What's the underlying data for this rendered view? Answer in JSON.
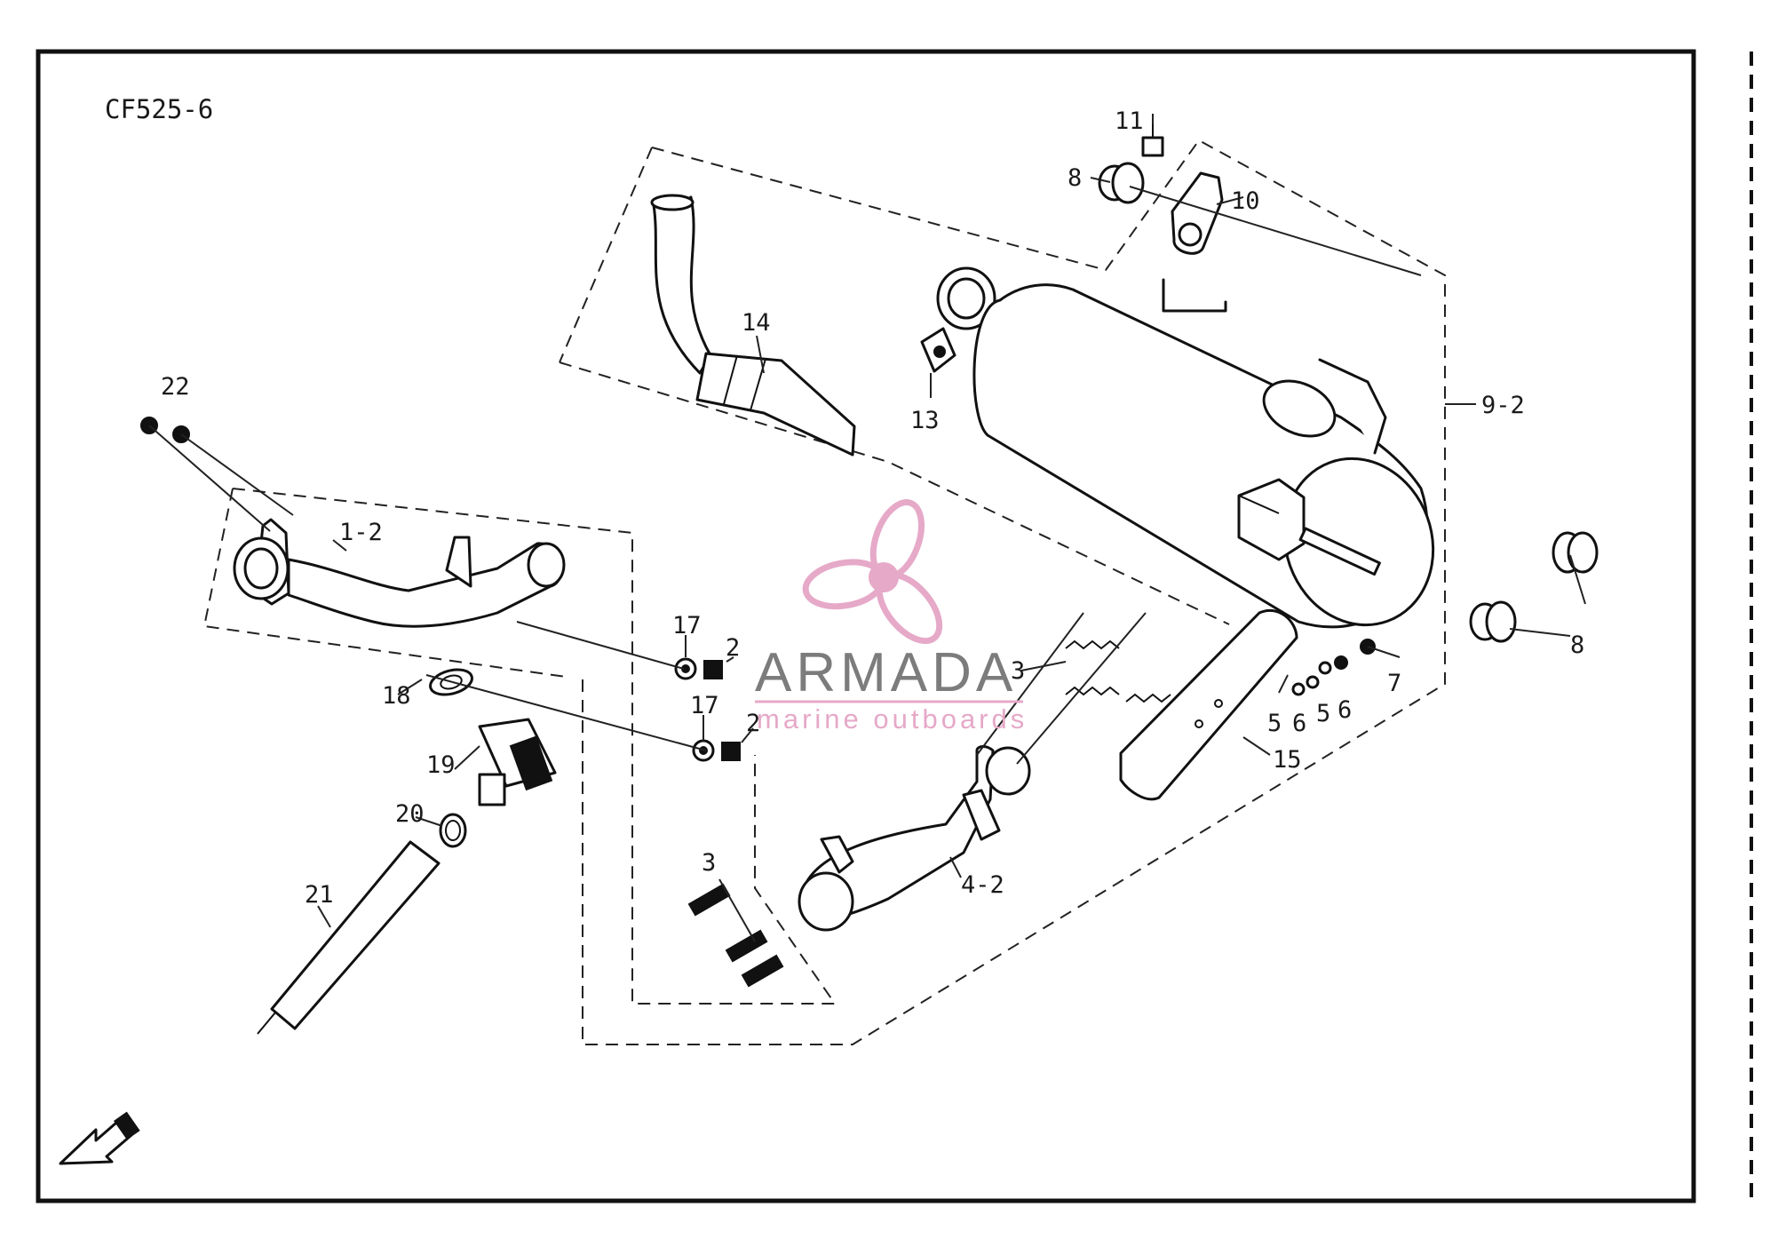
{
  "drawing_code": "CF525-6",
  "callouts": {
    "c1_2": "1-2",
    "c2a": "2",
    "c2b": "2",
    "c3a": "3",
    "c3b": "3",
    "c4_2": "4-2",
    "c5a": "5",
    "c5b": "5",
    "c6a": "6",
    "c6b": "6",
    "c7": "7",
    "c8a": "8",
    "c8b": "8",
    "c9_2": "9-2",
    "c10": "10",
    "c11": "11",
    "c13": "13",
    "c14": "14",
    "c15": "15",
    "c17a": "17",
    "c17b": "17",
    "c18": "18",
    "c19": "19",
    "c20": "20",
    "c21": "21",
    "c22": "22"
  },
  "watermark": {
    "brand": "ARMADA",
    "tagline": "marine outboards",
    "logo_icon": "propeller-icon",
    "logo_color": "#e6a9c8"
  },
  "orientation_icon": "front-arrow-icon"
}
